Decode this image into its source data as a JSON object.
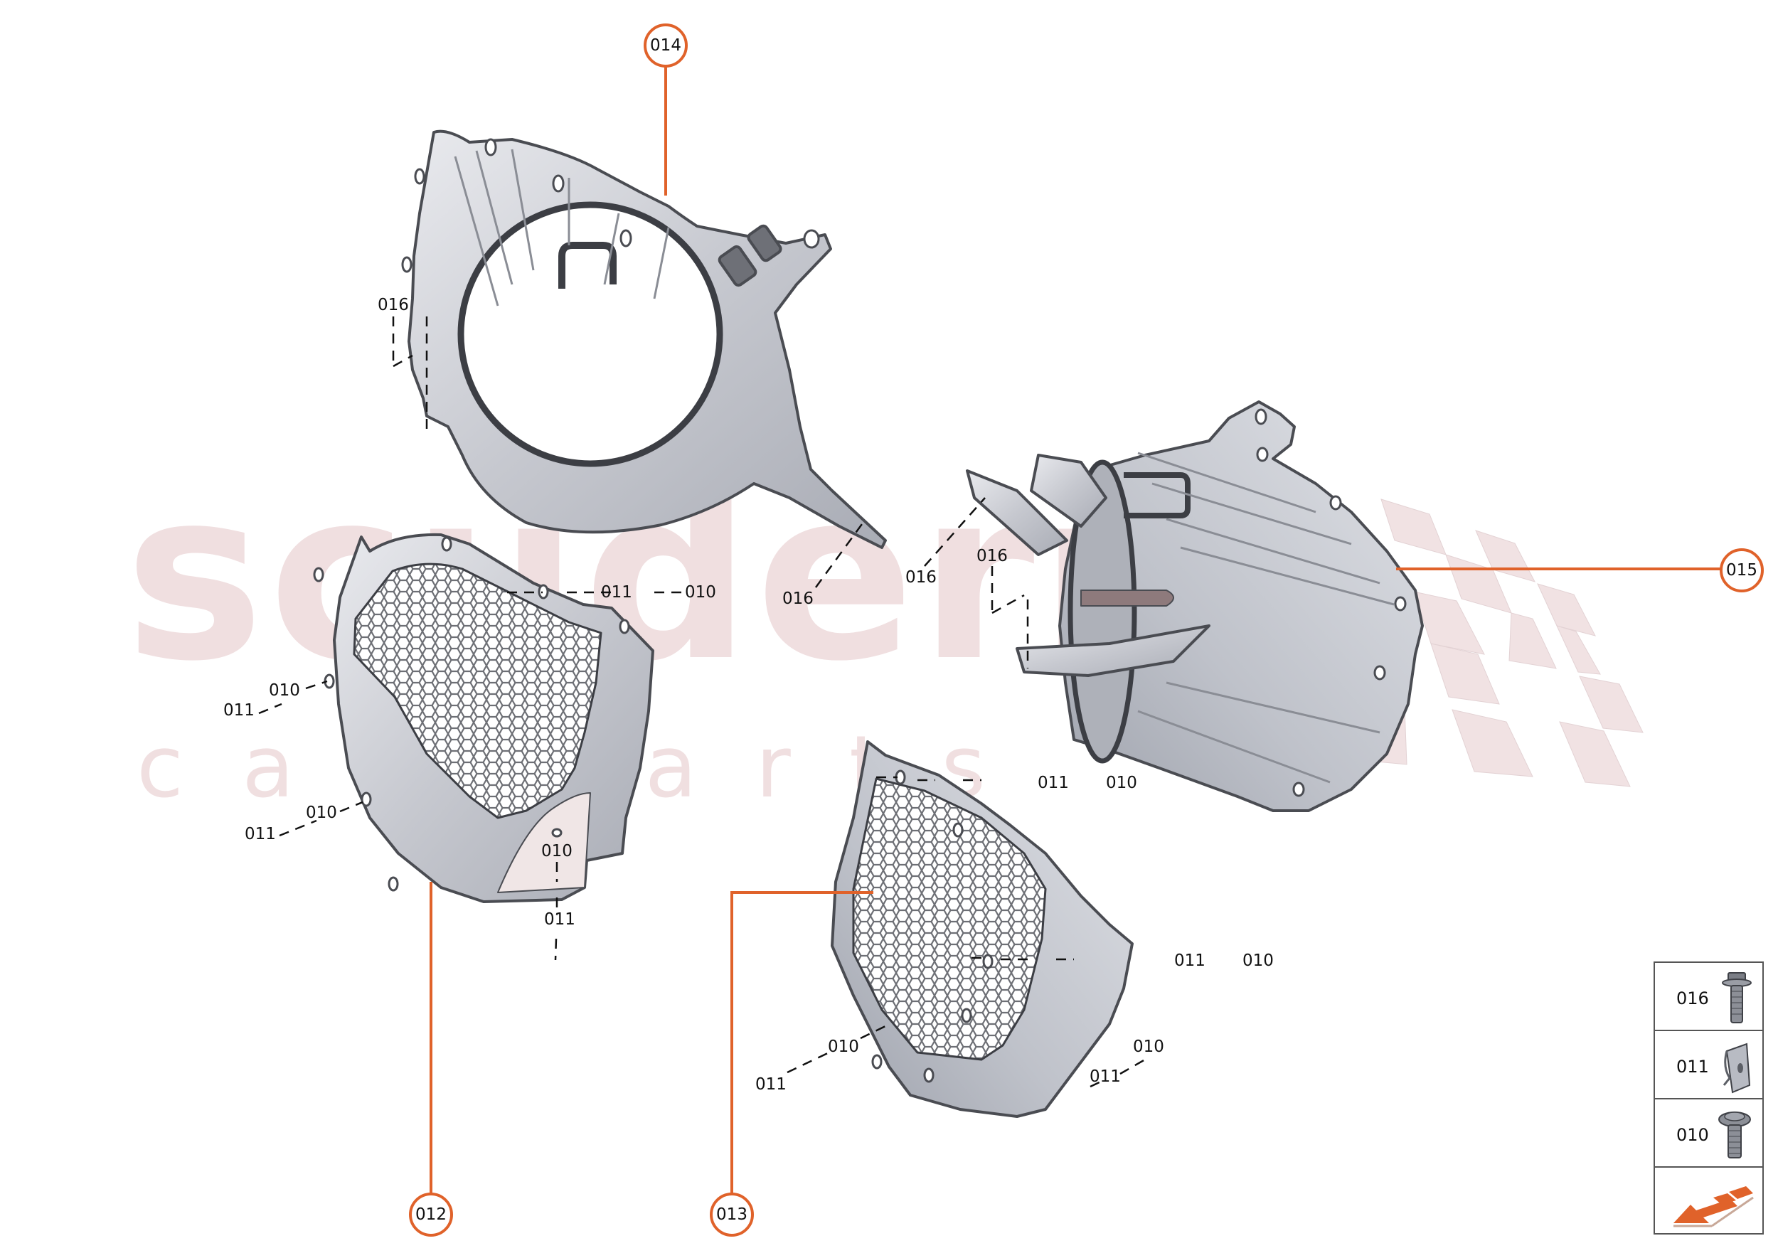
{
  "diagram": {
    "type": "exploded-parts-diagram",
    "watermark": {
      "main": "scuderia",
      "sub": "c  a  r     p  a  r  t  s"
    },
    "accent_color": "#e0622a",
    "callouts": [
      {
        "id": "014",
        "label": "014",
        "part": "upper-left speaker housing"
      },
      {
        "id": "015",
        "label": "015",
        "part": "right speaker housing"
      },
      {
        "id": "012",
        "label": "012",
        "part": "left speaker grille"
      },
      {
        "id": "013",
        "label": "013",
        "part": "right speaker grille"
      }
    ],
    "part_labels": [
      {
        "text": "016",
        "near": "014"
      },
      {
        "text": "016",
        "near": "014-tab"
      },
      {
        "text": "016",
        "near": "015-tab"
      },
      {
        "text": "016",
        "near": "015-lower"
      },
      {
        "text": "011",
        "near": "012-top"
      },
      {
        "text": "010",
        "near": "012-top"
      },
      {
        "text": "010",
        "near": "012-left-upper"
      },
      {
        "text": "011",
        "near": "012-left-upper"
      },
      {
        "text": "010",
        "near": "012-left-lower"
      },
      {
        "text": "011",
        "near": "012-left-lower"
      },
      {
        "text": "010",
        "near": "012-bottom"
      },
      {
        "text": "011",
        "near": "012-bottom"
      },
      {
        "text": "011",
        "near": "013-top"
      },
      {
        "text": "010",
        "near": "013-top"
      },
      {
        "text": "011",
        "near": "013-right"
      },
      {
        "text": "010",
        "near": "013-right"
      },
      {
        "text": "010",
        "near": "013-left-lower"
      },
      {
        "text": "011",
        "near": "013-left-lower"
      },
      {
        "text": "010",
        "near": "013-right-lower"
      },
      {
        "text": "011",
        "near": "013-right-lower"
      }
    ],
    "legend": [
      {
        "code": "016",
        "icon": "hex-flange-bolt-icon"
      },
      {
        "code": "011",
        "icon": "spring-clip-nut-icon"
      },
      {
        "code": "010",
        "icon": "button-head-screw-icon"
      },
      {
        "code": "",
        "icon": "front-direction-arrow-icon"
      }
    ]
  }
}
